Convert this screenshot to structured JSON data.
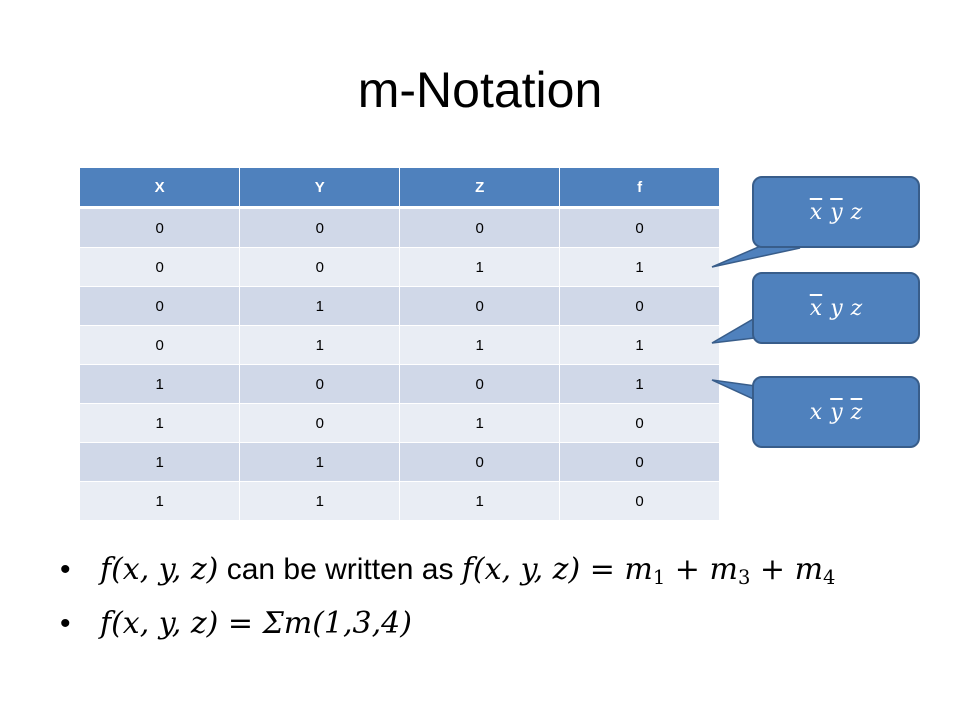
{
  "slide": {
    "title": "m-Notation"
  },
  "table": {
    "headers": [
      "X",
      "Y",
      "Z",
      "f"
    ],
    "rows": [
      [
        "0",
        "0",
        "0",
        "0"
      ],
      [
        "0",
        "0",
        "1",
        "1"
      ],
      [
        "0",
        "1",
        "0",
        "0"
      ],
      [
        "0",
        "1",
        "1",
        "1"
      ],
      [
        "1",
        "0",
        "0",
        "1"
      ],
      [
        "1",
        "0",
        "1",
        "0"
      ],
      [
        "1",
        "1",
        "0",
        "0"
      ],
      [
        "1",
        "1",
        "1",
        "0"
      ]
    ]
  },
  "callouts": [
    {
      "vars": [
        "x",
        "y",
        "z"
      ],
      "complemented": [
        true,
        true,
        false
      ]
    },
    {
      "vars": [
        "x",
        "y",
        "z"
      ],
      "complemented": [
        true,
        false,
        false
      ]
    },
    {
      "vars": [
        "x",
        "y",
        "z"
      ],
      "complemented": [
        false,
        true,
        true
      ]
    }
  ],
  "colors": {
    "header": "#4f81bd",
    "row_dark": "#d0d8e8",
    "row_light": "#e9edf4",
    "callout_fill": "#4f81bd",
    "callout_border": "#385d8a"
  },
  "bullets": {
    "b1_fn": "f(x, y, z)",
    "b1_text": " can be written as ",
    "b1_eq_lhs": "f(x, y, z) = ",
    "m": "m",
    "plus": " + ",
    "sub1": "1",
    "sub3": "3",
    "sub4": "4",
    "b2_lhs": "f(x, y, z) = ",
    "b2_sigma": "Σ",
    "b2_rhs": "m(1,3,4)"
  }
}
